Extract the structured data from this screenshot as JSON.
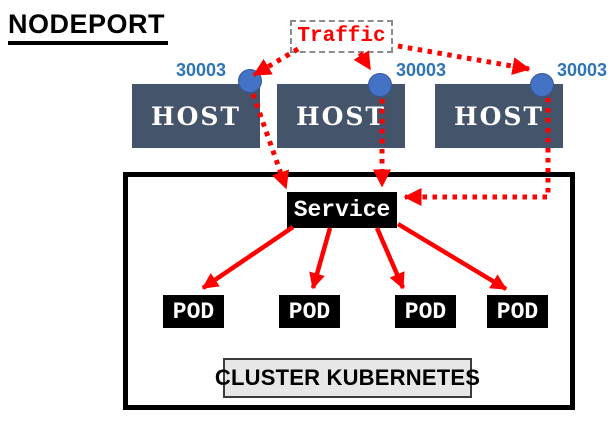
{
  "title": "NODEPORT",
  "traffic": {
    "label": "Traffic"
  },
  "hosts": [
    {
      "label": "HOST",
      "port": "30003"
    },
    {
      "label": "HOST",
      "port": "30003"
    },
    {
      "label": "HOST",
      "port": "30003"
    }
  ],
  "cluster": {
    "label": "CLUSTER KUBERNETES",
    "service": {
      "label": "Service"
    },
    "pods": [
      {
        "label": "POD"
      },
      {
        "label": "POD"
      },
      {
        "label": "POD"
      },
      {
        "label": "POD"
      }
    ]
  },
  "colors": {
    "host_box": "#44546A",
    "port_dot": "#4472C4",
    "port_text": "#2E75B6",
    "arrow_red": "#FF0000",
    "black_box": "#000000",
    "cluster_label_bg": "#E8E7E7",
    "traffic_text": "#FF0000",
    "traffic_border": "#8C8C8C"
  }
}
